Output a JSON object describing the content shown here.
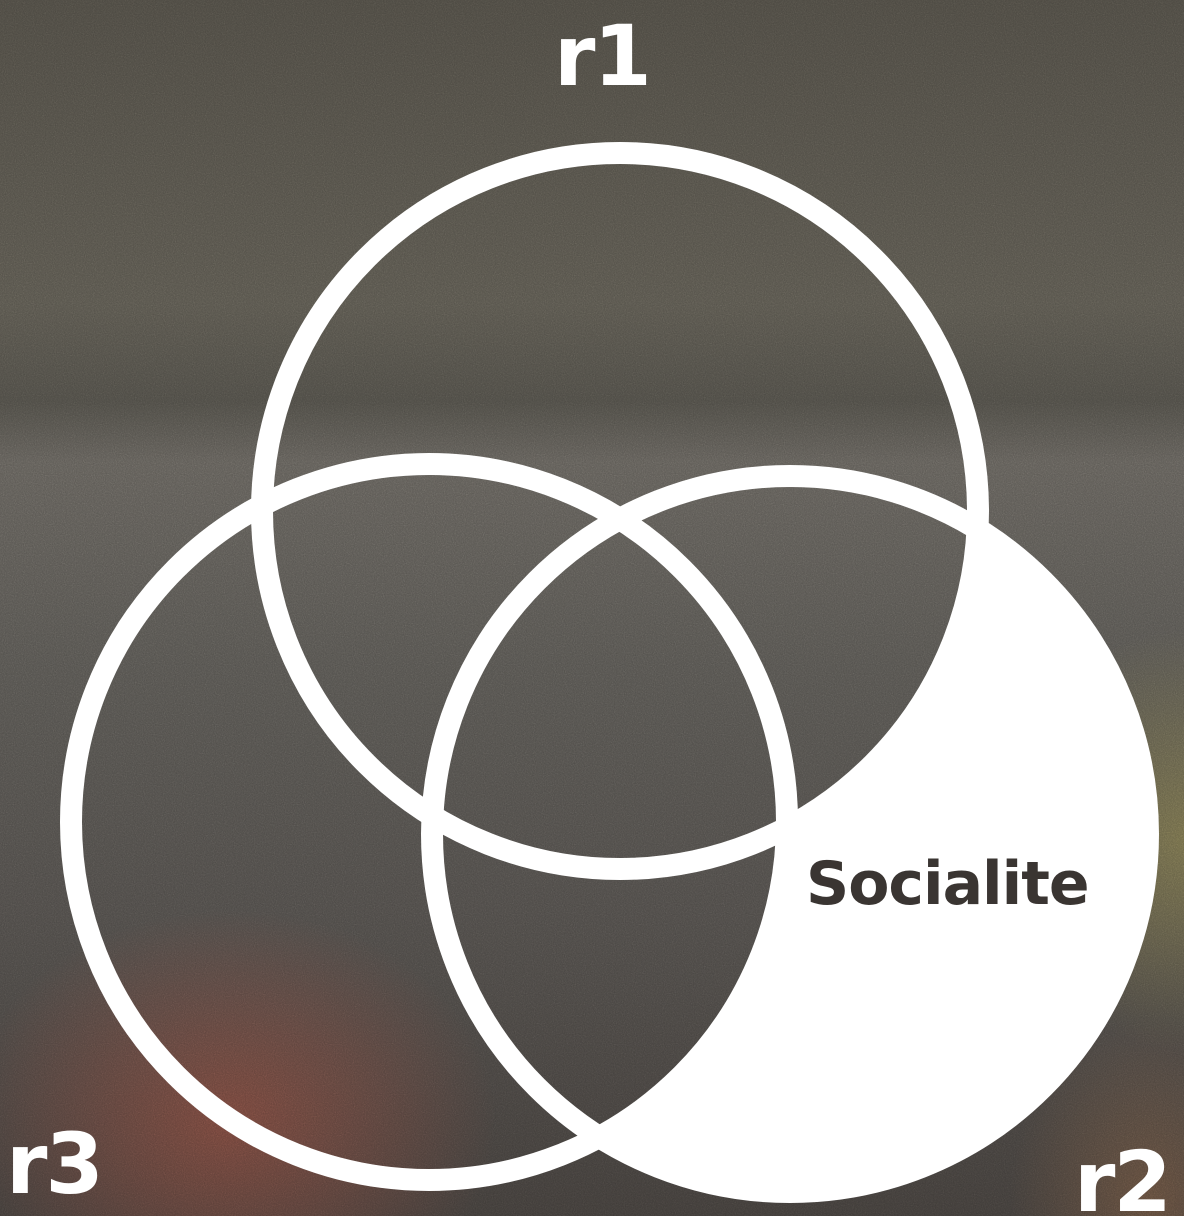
{
  "diagram": {
    "type": "venn",
    "sets": [
      {
        "id": "r1",
        "label": "r1"
      },
      {
        "id": "r2",
        "label": "r2"
      },
      {
        "id": "r3",
        "label": "r3"
      }
    ],
    "highlighted_region": {
      "description_set": "r2 only",
      "label": "Socialite",
      "fill_color": "#ffffff",
      "label_color": "#3a3532"
    },
    "line_color": "#ffffff"
  }
}
